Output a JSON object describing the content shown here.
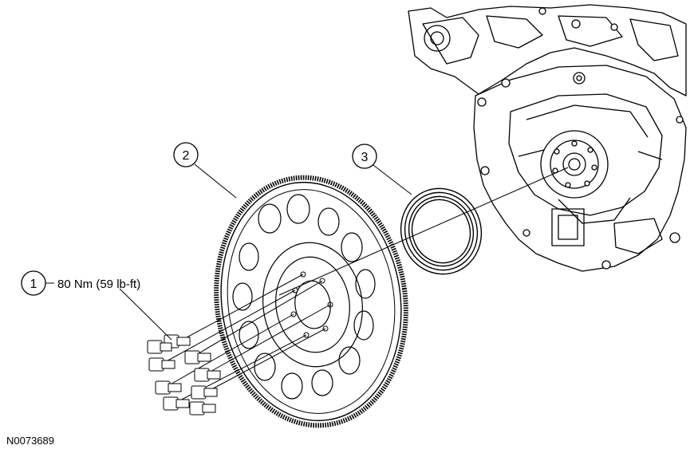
{
  "callouts": [
    {
      "number": "1",
      "text": "80 Nm (59 lb-ft)"
    },
    {
      "number": "2",
      "text": ""
    },
    {
      "number": "3",
      "text": ""
    }
  ],
  "figure_id": "N0073689"
}
